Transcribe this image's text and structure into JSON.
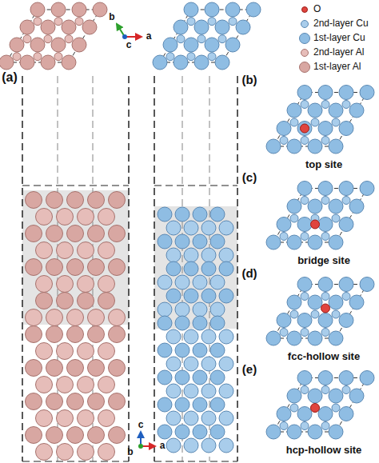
{
  "diagram": {
    "labels": [
      "(a)",
      "b",
      "a",
      "c",
      "c",
      "b",
      "a",
      "(b)",
      "top site",
      "(c)",
      "bridge site",
      "(d)",
      "fcc-hollow site",
      "(e)",
      "hcp-hollow site"
    ],
    "legend": [
      {
        "text": "O",
        "color": "#e0443e"
      },
      {
        "text": "2nd-layer Cu",
        "color": "#a9cdeb"
      },
      {
        "text": "1st-layer Cu",
        "color": "#8fbde3"
      },
      {
        "text": "2nd-layer Al",
        "color": "#e6bdb9"
      },
      {
        "text": "1st-layer Al",
        "color": "#d8a7a2"
      }
    ]
  }
}
